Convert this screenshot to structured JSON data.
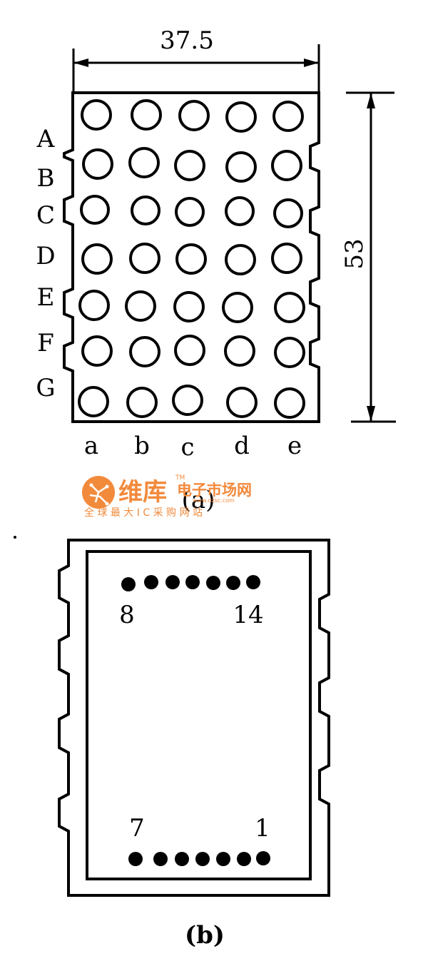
{
  "figure_a": {
    "width_dimension": "37.5",
    "height_dimension": "53",
    "row_labels": [
      "A",
      "B",
      "C",
      "D",
      "E",
      "F",
      "G"
    ],
    "column_labels": [
      "a",
      "b",
      "c",
      "d",
      "e"
    ],
    "caption": "(a)"
  },
  "figure_b": {
    "top_left_pin": "8",
    "top_right_pin": "14",
    "bottom_left_pin": "7",
    "bottom_right_pin": "1",
    "caption": "(b)"
  },
  "watermark": {
    "brand": "维库",
    "trademark": "TM",
    "title": "电子市场网",
    "url": "www.dzsc.com",
    "slogan": "全 球 最 大 I C 采 购 网 站",
    "color": "#f28a3c"
  }
}
